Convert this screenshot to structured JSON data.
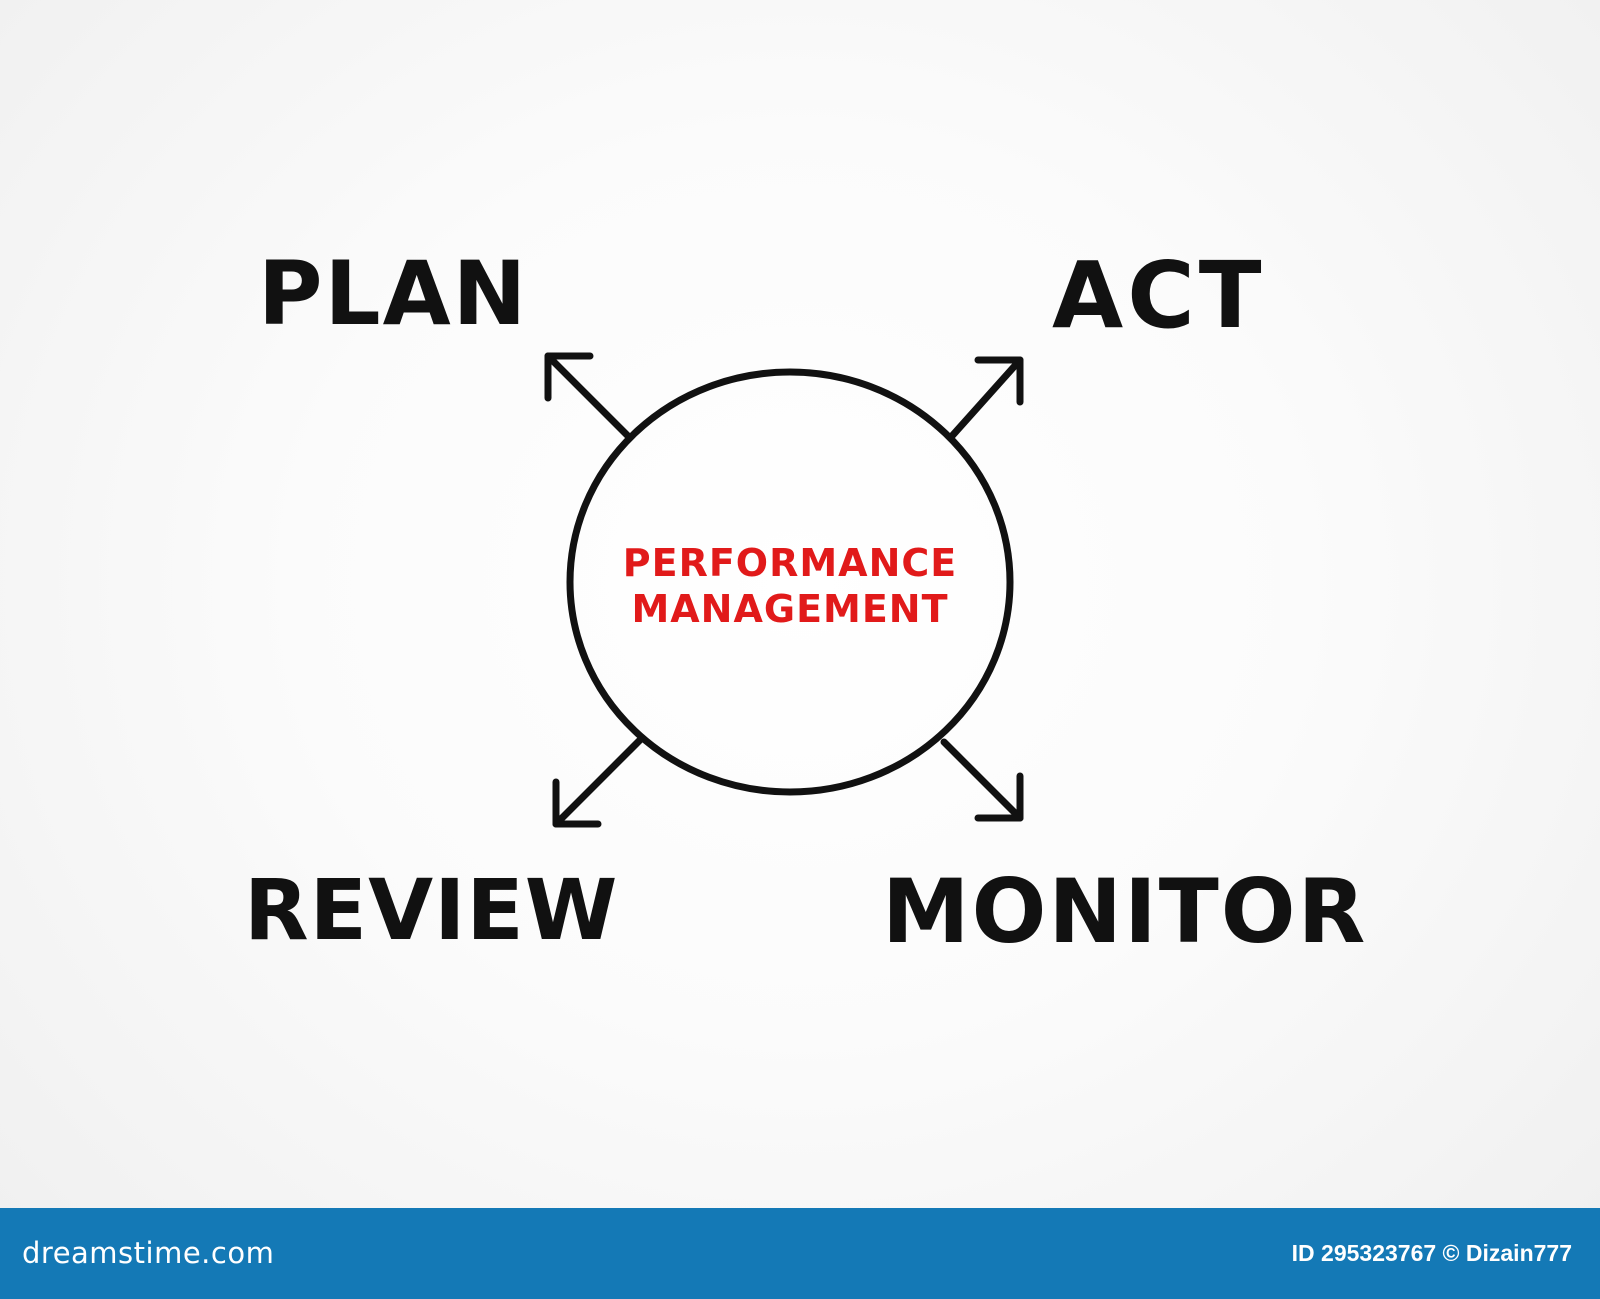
{
  "diagram": {
    "center": {
      "line1": "PERFORMANCE",
      "line2": "MANAGEMENT"
    },
    "nodes": {
      "plan": "PLAN",
      "act": "ACT",
      "review": "REVIEW",
      "monitor": "MONITOR"
    },
    "colors": {
      "ink": "#111111",
      "accent": "#e11a1a",
      "footer": "#1479b6"
    }
  },
  "footer": {
    "brand": "dreamstime.com",
    "credit": "ID 295323767 © Dizain777"
  }
}
